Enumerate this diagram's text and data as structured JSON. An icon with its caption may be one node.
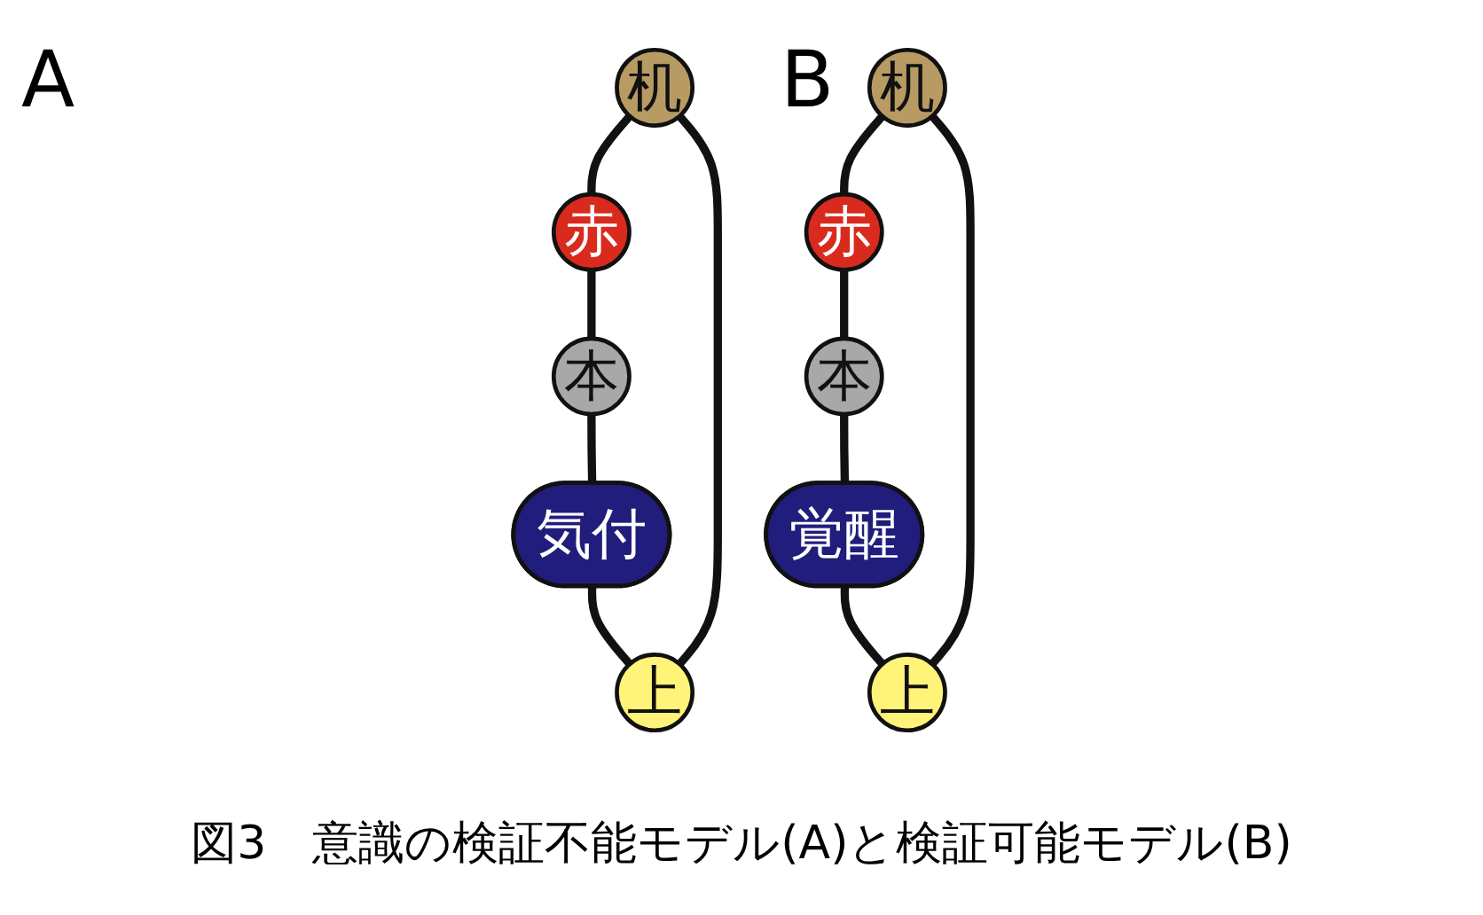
{
  "diagram": {
    "caption": "図3　意識の検証不能モデル(A)と検証可能モデル(B)",
    "nodes": [
      {
        "text": [
          "机"
        ]
      },
      {
        "text": [
          "赤"
        ]
      },
      {
        "text": [
          "本"
        ]
      },
      {
        "text": [
          "気付"
        ]
      },
      {
        "text": [
          "上"
        ]
      },
      {
        "text": [
          "机"
        ]
      },
      {
        "text": [
          "赤"
        ]
      },
      {
        "text": [
          "本"
        ]
      },
      {
        "text": [
          "覚醒"
        ]
      },
      {
        "text": [
          "上"
        ]
      }
    ],
    "edges": [
      {
        "from": 0,
        "to": 1,
        "arrow": "none"
      },
      {
        "from": 1,
        "to": 2,
        "arrow": "none"
      },
      {
        "from": 2,
        "to": 3,
        "arrow": "none"
      },
      {
        "from": 3,
        "to": 4,
        "arrow": "none"
      },
      {
        "from": 4,
        "to": 0,
        "arrow": "none"
      },
      {
        "from": 5,
        "to": 6,
        "arrow": "none"
      },
      {
        "from": 6,
        "to": 7,
        "arrow": "none"
      },
      {
        "from": 7,
        "to": 8,
        "arrow": "none"
      },
      {
        "from": 8,
        "to": 9,
        "arrow": "none"
      },
      {
        "from": 9,
        "to": 5,
        "arrow": "none"
      }
    ],
    "labels": [
      "A",
      "B"
    ]
  }
}
